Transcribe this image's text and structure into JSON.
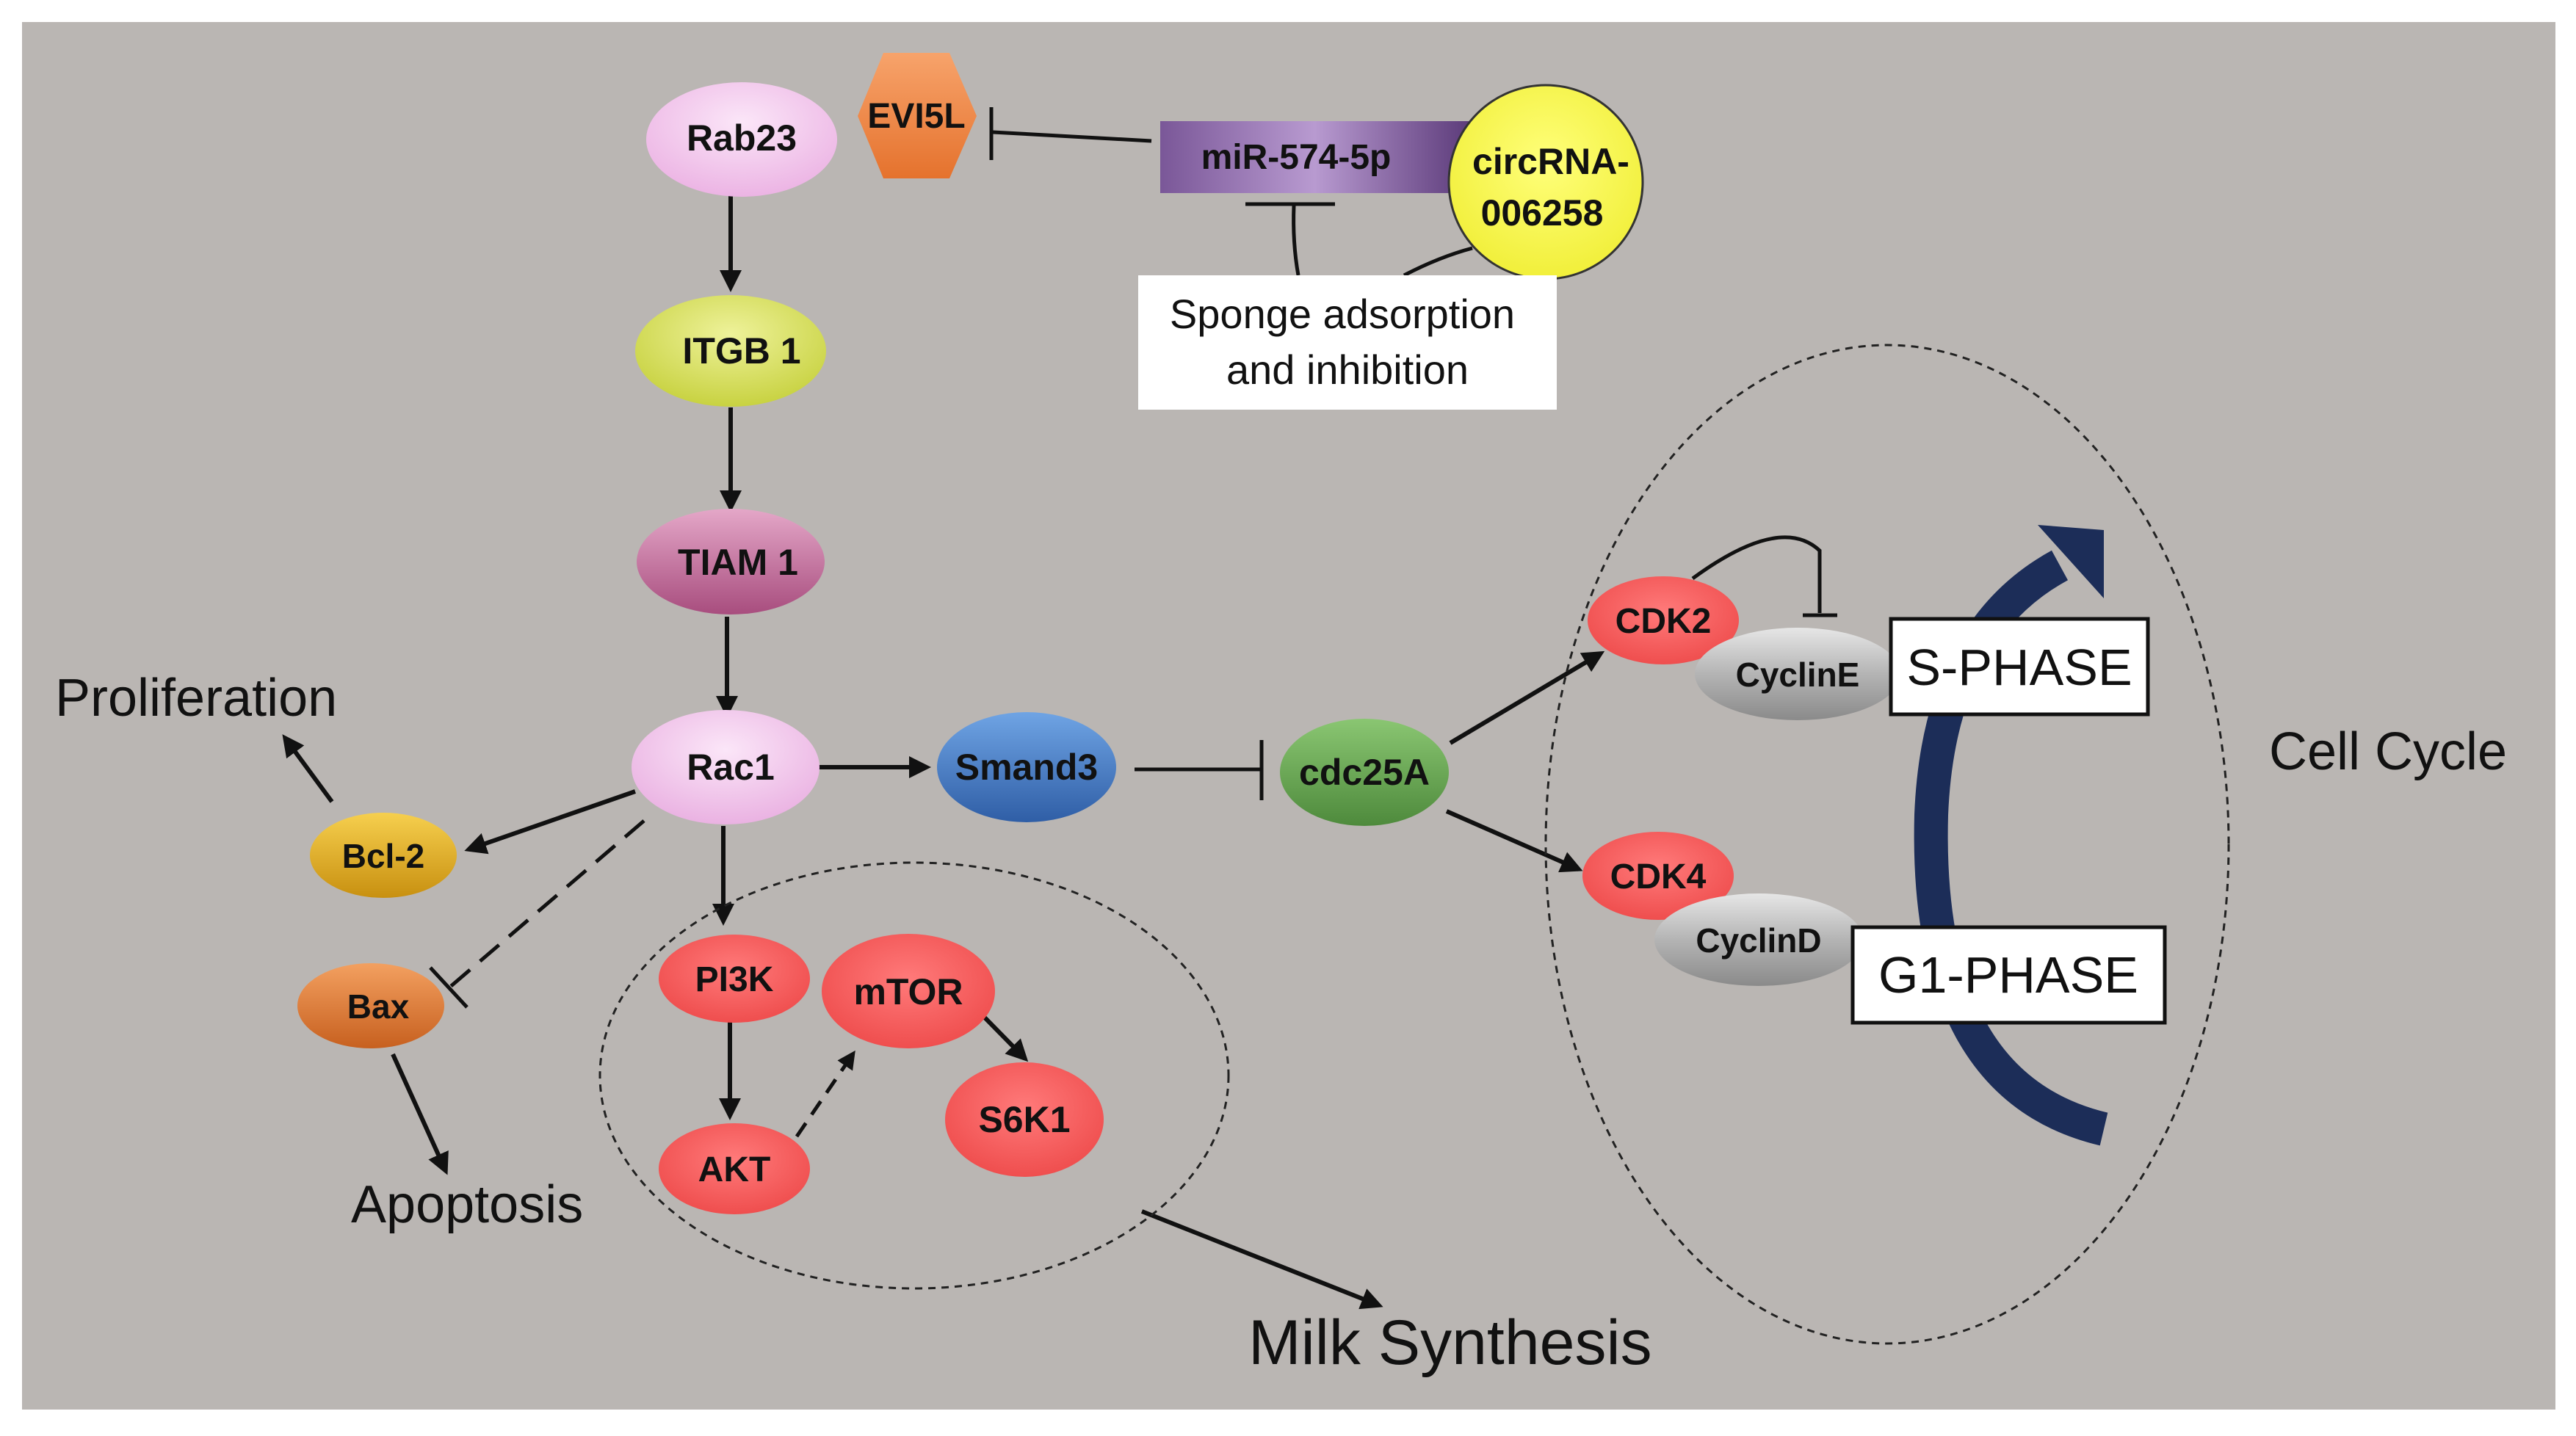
{
  "nodes": {
    "rab23": "Rab23",
    "evi5l": "EVI5L",
    "mir": "miR-574-5p",
    "circ_line1": "circRNA-",
    "circ_line2": "006258",
    "sponge_line1": "Sponge adsorption",
    "sponge_line2": "and inhibition",
    "itgb1": "ITGB 1",
    "tiam1": "TIAM 1",
    "rac1": "Rac1",
    "smand3": "Smand3",
    "cdc25a": "cdc25A",
    "bcl2": "Bcl-2",
    "bax": "Bax",
    "pi3k": "PI3K",
    "akt": "AKT",
    "mtor": "mTOR",
    "s6k1": "S6K1",
    "cdk2": "CDK2",
    "cycline": "CyclinE",
    "cdk4": "CDK4",
    "cyclind": "CyclinD"
  },
  "labels": {
    "proliferation": "Proliferation",
    "apoptosis": "Apoptosis",
    "milk_synthesis": "Milk Synthesis",
    "cell_cycle": "Cell Cycle",
    "s_phase": "S-PHASE",
    "g1_phase": "G1-PHASE"
  },
  "colors": {
    "background": "#bab6b3",
    "rab23": "#f2c2ec",
    "evi5l": "#f08a4a",
    "mir": "#6a4a86",
    "circ": "#fbfb52",
    "itgb1": "#d6e05a",
    "tiam1": "#c46a98",
    "rac1": "#f2c2ec",
    "smand3": "#3f78c6",
    "cdc25a": "#64a050",
    "bcl2": "#e0ac1a",
    "bax": "#e07a3a",
    "red_node": "#f45c5c",
    "cyclin": "#a8a8a8",
    "cycle_arrow": "#1c2d58"
  }
}
